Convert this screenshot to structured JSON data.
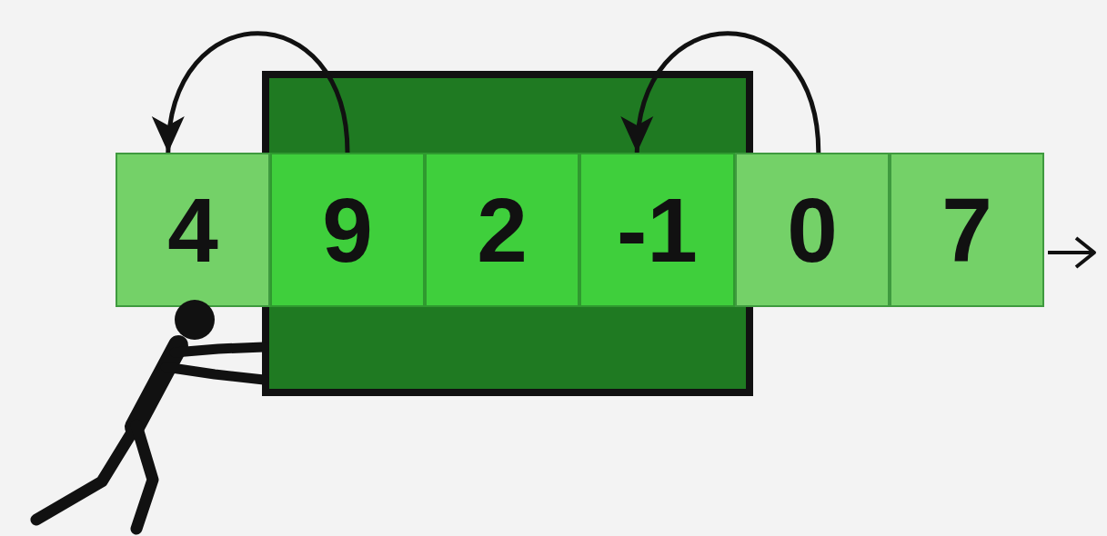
{
  "diagram": {
    "nodes": [
      {
        "text": [
          "4"
        ]
      },
      {
        "text": [
          "9"
        ]
      },
      {
        "text": [
          "2"
        ]
      },
      {
        "text": [
          "-1"
        ]
      },
      {
        "text": [
          "0"
        ]
      },
      {
        "text": [
          "7"
        ]
      }
    ],
    "edges": [
      {
        "from": 1,
        "to": 0,
        "arrow": "to"
      },
      {
        "from": 4,
        "to": 3,
        "arrow": "to"
      }
    ]
  }
}
